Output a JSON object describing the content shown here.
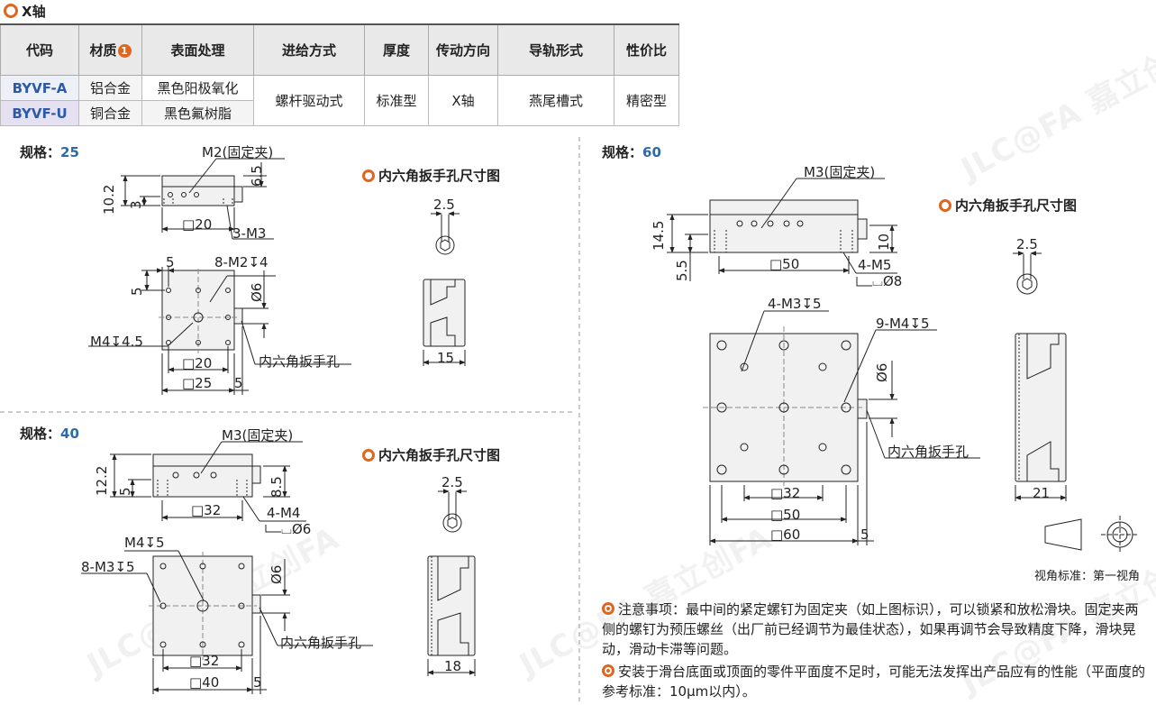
{
  "header": {
    "title": "X轴"
  },
  "table": {
    "headers": [
      "代码",
      "材质",
      "表面处理",
      "进给方式",
      "厚度",
      "传动方向",
      "导轨形式",
      "性价比"
    ],
    "material_badge": "1",
    "row_a": {
      "code": "BYVF-A",
      "material": "铝合金",
      "surface": "黑色阳极氧化"
    },
    "row_u": {
      "code": "BYVF-U",
      "material": "铜合金",
      "surface": "黑色氟树脂"
    },
    "shared": {
      "feed": "螺杆驱动式",
      "thickness": "标准型",
      "direction": "X轴",
      "guide": "燕尾槽式",
      "value": "精密型"
    }
  },
  "spec_label": "规格：",
  "hex_title": "内六角扳手孔尺寸图",
  "hex_hole_label": "内六角扳手孔",
  "spec25": {
    "size": "25",
    "clamp": "M2(固定夹)",
    "side_h": "10.2",
    "side_3": "3",
    "top_65": "6.5",
    "sq20": "□20",
    "m3": "3-M3",
    "d5a": "5",
    "d5b": "5",
    "holes": "8-M2↧4",
    "phi6": "Ø6",
    "center": "M4↧4.5",
    "sq20b": "□20",
    "sq25": "□25",
    "d5c": "5",
    "hex_25": "2.5",
    "hex_15": "15"
  },
  "spec40": {
    "size": "40",
    "clamp": "M3(固定夹)",
    "side_h": "12.2",
    "side_5": "5",
    "top_85": "8.5",
    "sq32": "□32",
    "m4": "4-M4",
    "cb": "⌴Ø6",
    "center": "M4↧5",
    "holes": "8-M3↧5",
    "phi6": "Ø6",
    "sq32b": "□32",
    "sq40": "□40",
    "d5": "5",
    "hex_25": "2.5",
    "hex_18": "18"
  },
  "spec60": {
    "size": "60",
    "clamp": "M3(固定夹)",
    "side_h": "14.5",
    "side_55": "5.5",
    "right_10": "10",
    "sq50": "□50",
    "m5": "4-M5",
    "cb": "⌴Ø8",
    "holes_a": "4-M3↧5",
    "holes_b": "9-M4↧5",
    "phi6": "Ø6",
    "sq32": "□32",
    "sq50b": "□50",
    "sq60": "□60",
    "d5": "5",
    "hex_25": "2.5",
    "hex_21": "21"
  },
  "projection": "视角标准：第一视角",
  "notes": {
    "n1": "注意事项：最中间的紧定螺钉为固定夹（如上图标识），可以锁紧和放松滑块。固定夹两侧的螺钉为预压螺丝（出厂前已经调节为最佳状态），如果再调节会导致精度下降，滑块晃动，滑动卡滞等问题。",
    "n2": "安装于滑台底面或顶面的零件平面度不足时，可能无法发挥出产品应有的性能（平面度的参考标准：10μm以内）。"
  },
  "colors": {
    "accent": "#e0661f",
    "code_blue": "#2d5aa6",
    "header_bg": "#e9e9e9"
  }
}
